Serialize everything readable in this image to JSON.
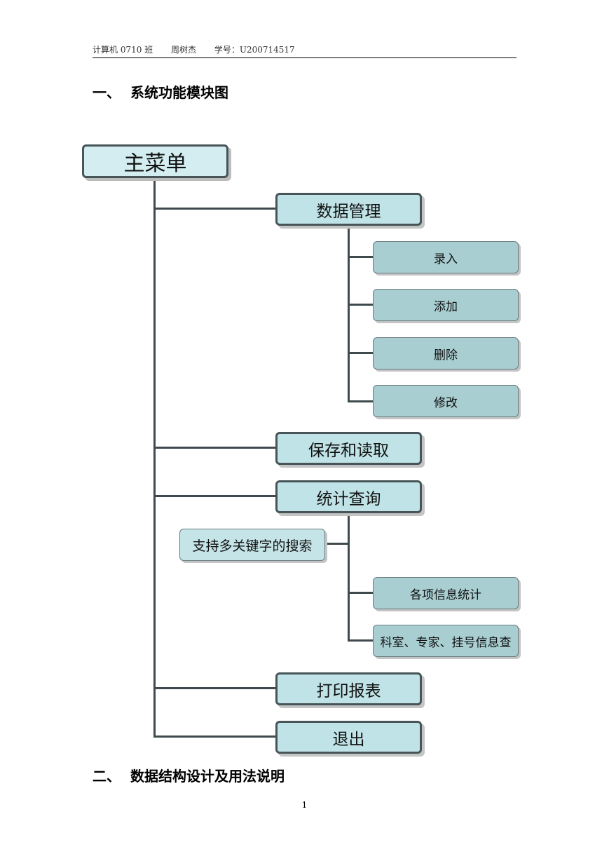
{
  "header": {
    "class": "计算机 0710 班",
    "name": "周树杰",
    "student_id": "学号：U200714517"
  },
  "section1": {
    "number": "一、",
    "title": "系统功能模块图"
  },
  "section2": {
    "number": "二、",
    "title": "数据结构设计及用法说明"
  },
  "diagram": {
    "root": "主菜单",
    "data_mgmt": "数据管理",
    "entry": "录入",
    "add": "添加",
    "delete": "删除",
    "modify": "修改",
    "save_load": "保存和读取",
    "stats_query": "统计查询",
    "multi_key_search": "支持多关键字的搜索",
    "stats_items": "各项信息统计",
    "query_dept": "科室、专家、挂号信息查",
    "print_report": "打印报表",
    "exit": "退出"
  },
  "page_number": "1"
}
